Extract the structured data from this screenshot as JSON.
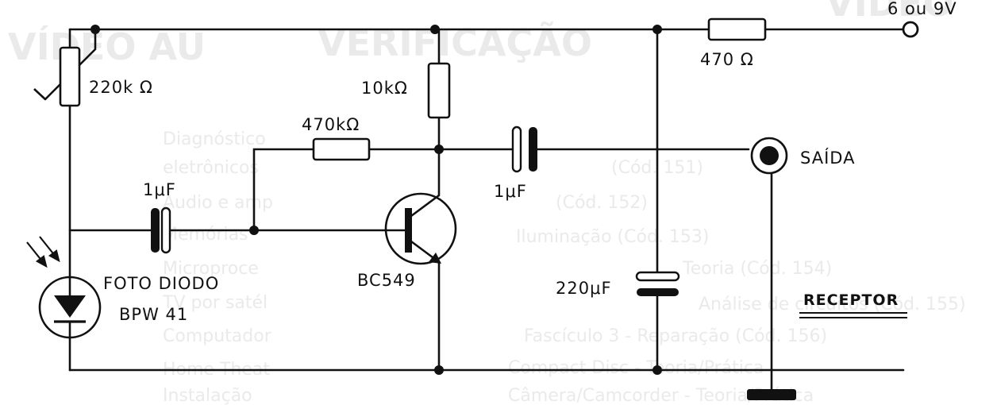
{
  "labels": {
    "supply": "6 ou 9V",
    "r_supply": "470 Ω",
    "pot": "220k Ω",
    "r_collector": "10kΩ",
    "r_feedback": "470kΩ",
    "c_input": "1μF",
    "c_output": "1μF",
    "c_filter": "220μF",
    "output": "SAÍDA",
    "photodiode_line1": "FOTO DIODO",
    "photodiode_line2": "BPW 41",
    "transistor": "BC549",
    "receiver": "RECEPTOR"
  },
  "background_text": {
    "line1": "Diagnóstico",
    "line2": "eletrônicos",
    "line3": "Áudio e amp",
    "line4": "Memórias",
    "line5": "Microproce",
    "line6": "TV por satél",
    "line7": "Computador",
    "line8": "Home Theat",
    "line9": "Instalação",
    "mid1": "(Cód. 151)",
    "mid2": "(Cód. 152)",
    "mid3": "Iluminação (Cód. 153)",
    "mid4": "Teoria (Cód. 154)",
    "mid5": "Análise de circuitos (Cód. 155)",
    "mid6": "Fascículo 3 - Reparação (Cód. 156)",
    "mid7": "Compact Disc - Teoria/Prática",
    "mid8": "Câmera/Camcorder - Teoria/Prática",
    "top_big": "VÍDEO AU",
    "top_mid": "VERIFICAÇÃO",
    "top_right": "VÍDEO"
  },
  "colors": {
    "ink": "#111111",
    "background": "#ffffff",
    "ghost_text": "#eaeaea"
  }
}
